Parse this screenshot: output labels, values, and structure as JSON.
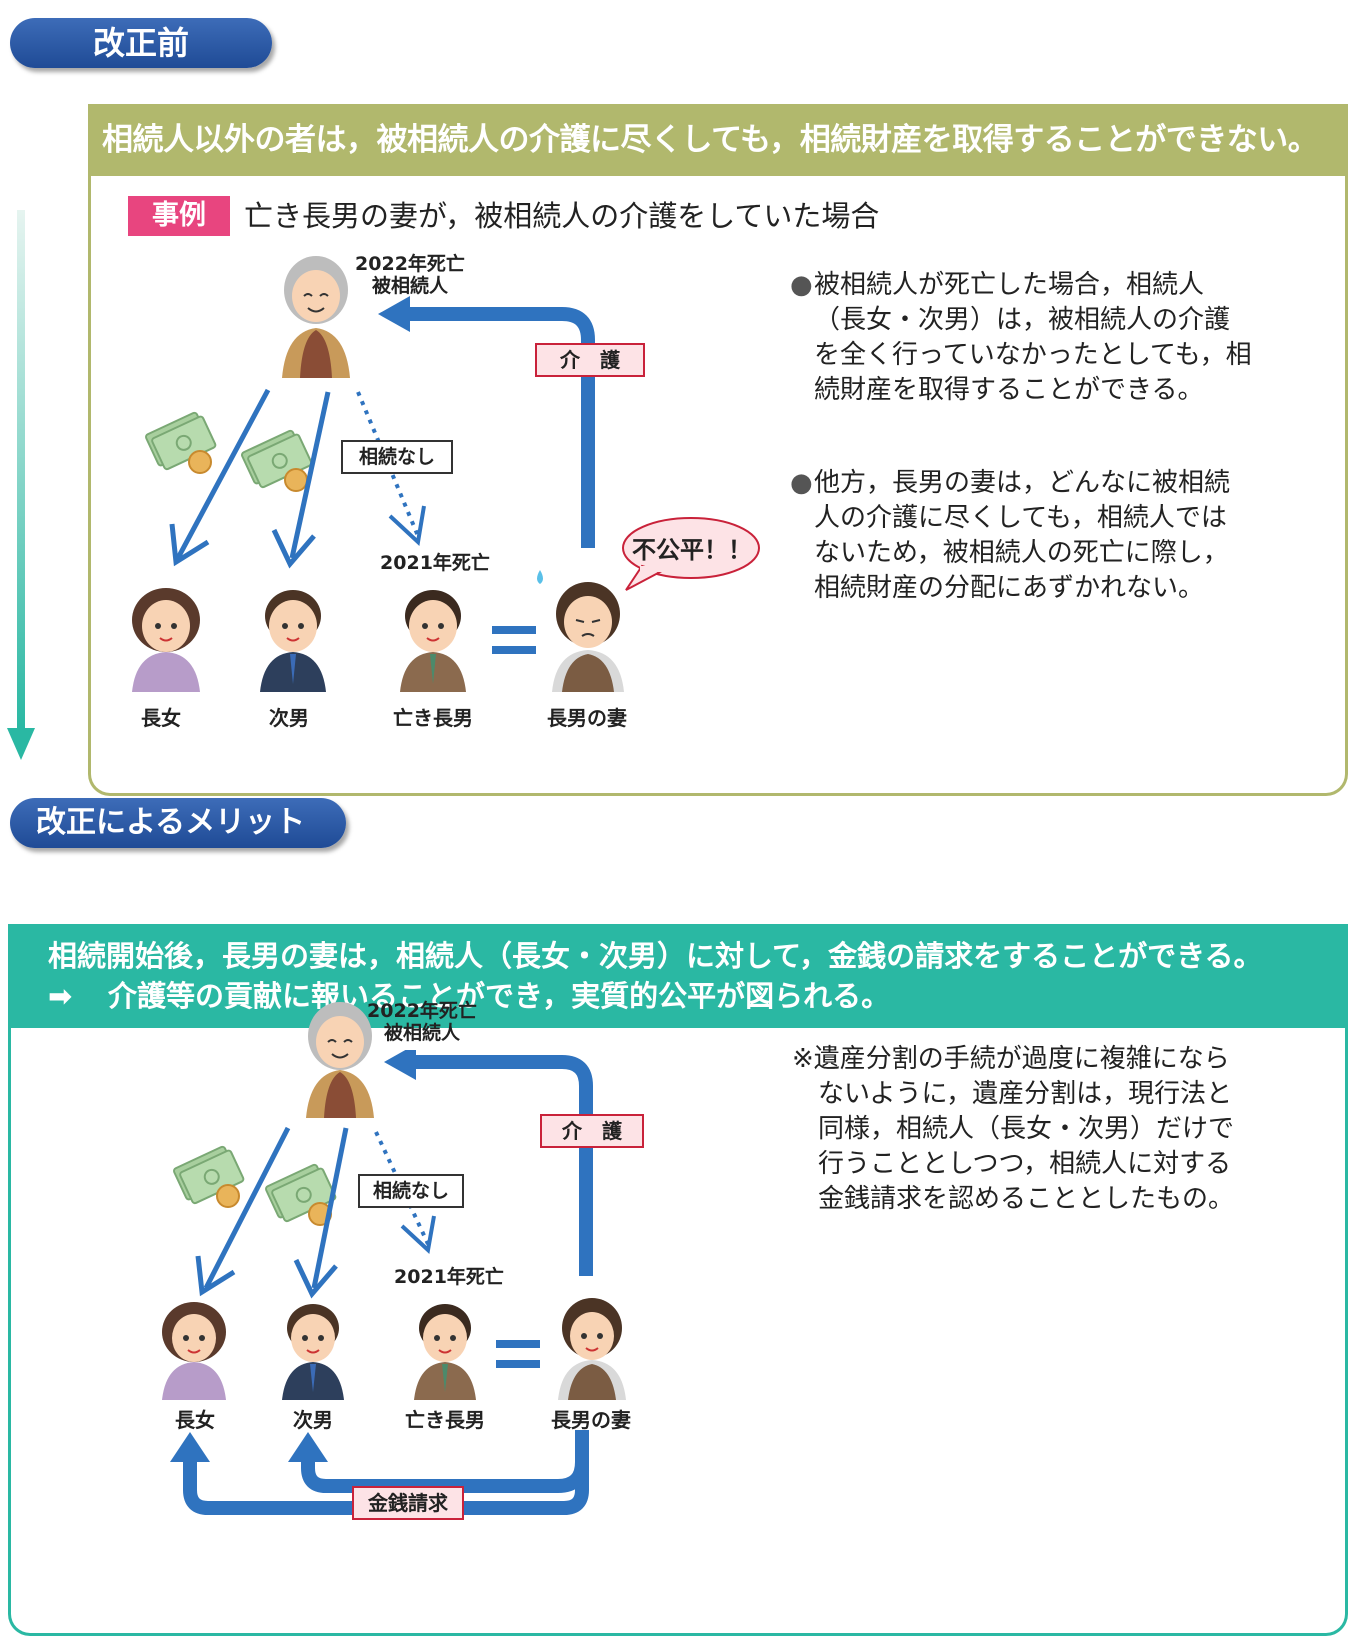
{
  "before": {
    "header": "改正前",
    "banner": "相続人以外の者は，被相続人の介護に尽くしても，相続財産を取得することができない。",
    "case_badge": "事例",
    "case_text": "亡き長男の妻が，被相続人の介護をしていた場合",
    "deceased_label_line1": "2022年死亡",
    "deceased_label_line2": "被相続人",
    "son_died_label": "2021年死亡",
    "care_label": "介　護",
    "no_inherit_label": "相続なし",
    "speech": "不公平！！",
    "names": [
      "長女",
      "次男",
      "亡き長男",
      "長男の妻"
    ],
    "bullet1": "被相続人が死亡した場合，相続人（長女・次男）は，被相続人の介護を全く行っていなかったとしても，相続財産を取得することができる。",
    "bullet2": "他方，長男の妻は，どんなに被相続人の介護に尽くしても，相続人ではないため，被相続人の死亡に際し，相続財産の分配にあずかれない。"
  },
  "after": {
    "header": "改正によるメリット",
    "banner_line1": "相続開始後，長男の妻は，相続人（長女・次男）に対して，金銭の請求をすることができる。",
    "banner_arrow": "➡",
    "banner_line2": "介護等の貢献に報いることができ，実質的公平が図られる。",
    "deceased_label_line1": "2022年死亡",
    "deceased_label_line2": "被相続人",
    "son_died_label": "2021年死亡",
    "care_label": "介　護",
    "no_inherit_label": "相続なし",
    "money_claim_label": "金銭請求",
    "names": [
      "長女",
      "次男",
      "亡き長男",
      "長男の妻"
    ],
    "note": "※遺産分割の手続が過度に複雑にならないように，遺産分割は，現行法と同様，相続人（長女・次男）だけで行うこととしつつ，相続人に対する金銭請求を認めることとしたもの。"
  },
  "colors": {
    "olive": "#b1b86d",
    "teal": "#2ab8a3",
    "blue_arrow": "#2f73bf",
    "pink": "#e8457f"
  }
}
